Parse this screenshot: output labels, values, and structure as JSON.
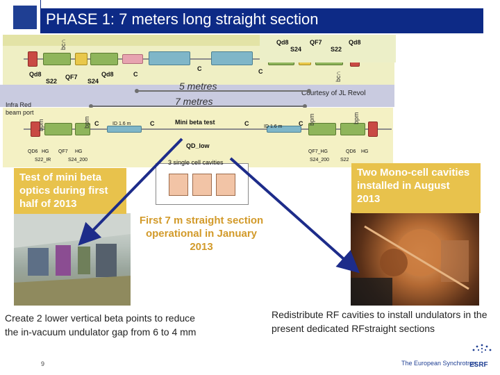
{
  "slide": {
    "title": "PHASE 1: 7 meters long straight section",
    "page_number": "9",
    "brand": "The European Synchrotron",
    "logo_text": "ESRF"
  },
  "schematic": {
    "courtesy": "Courtesy of JL Revol",
    "five_meters": "5 metres",
    "seven_meters": "7 metres",
    "infra_red": "Infra Red beam port",
    "top_labels": {
      "qd8_left": "Qd8",
      "s22": "S22",
      "qf7": "QF7",
      "s24": "S24",
      "qd8_right": "Qd8",
      "c1": "C",
      "c2": "C",
      "c3": "C",
      "qd8_tr": "Qd8",
      "s24_tr": "S24",
      "qf7_tr": "QF7",
      "s22_tr": "S22",
      "qd8_tr2": "Qd8",
      "bcn1": "bc∩",
      "bcn2": "bc∩"
    },
    "bottom_labels": {
      "c_left": "C",
      "id_left": "ID 1.6 m",
      "c_mid_left": "C",
      "mini_beta": "Mini beta test",
      "c_mid_right": "C",
      "id_right": "ID 1.6 m",
      "c_right": "C",
      "qd_low": "QD_low",
      "qd6": "QD6",
      "hg1": "HG",
      "qf7_bl": "QF7",
      "hg2": "HG",
      "s22_ir": "S22_IR",
      "s24_200": "S24_200",
      "qf7_hg": "QF7_HG",
      "qd6_br": "QD6",
      "hg3": "HG",
      "s24_200_r": "S24_200",
      "s22_br": "S22",
      "three_cav": "3 single cell cavities",
      "bpm1": "bpm",
      "bpm2": "bpm",
      "bpm3": "bpm",
      "bpm4": "bpm"
    }
  },
  "callouts": {
    "left": "Test of mini beta optics during first half of 2013",
    "right": "Two Mono-cell cavities installed in August 2013",
    "center": "First 7 m straight section operational in January 2013"
  },
  "bottom_text": {
    "left": "Create 2 lower vertical beta points to reduce the in-vacuum undulator gap from 6 to 4 mm",
    "right": "Redistribute RF cavities to install undulators in the present dedicated RFstraight sections"
  },
  "colors": {
    "header_bar": "#0d2a86",
    "header_square": "#1f3f93",
    "callout_fill": "#e8c24c",
    "callout_center_text": "#d29a2a",
    "courtesy_band": "#c9cbe0",
    "arrow": "#1d2c8a"
  }
}
